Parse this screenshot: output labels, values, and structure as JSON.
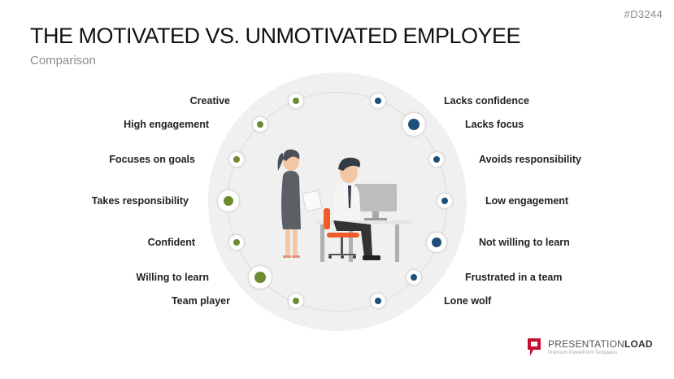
{
  "code": "#D3244",
  "header": {
    "title": "THE MOTIVATED VS. UNMOTIVATED EMPLOYEE",
    "subtitle": "Comparison"
  },
  "colors": {
    "motivated": "#6e8b32",
    "unmotivated": "#1e4f78",
    "circle_bg": "#f0f0f0",
    "logo_red": "#c8102e"
  },
  "motivated": [
    {
      "label": "Creative",
      "size": "small"
    },
    {
      "label": "High engagement",
      "size": "small"
    },
    {
      "label": "Focuses on goals",
      "size": "small"
    },
    {
      "label": "Takes responsibility",
      "size": "medium"
    },
    {
      "label": "Confident",
      "size": "small"
    },
    {
      "label": "Willing to learn",
      "size": "large"
    },
    {
      "label": "Team player",
      "size": "small"
    }
  ],
  "unmotivated": [
    {
      "label": "Lacks confidence",
      "size": "small"
    },
    {
      "label": "Lacks focus",
      "size": "large"
    },
    {
      "label": "Avoids responsibility",
      "size": "small"
    },
    {
      "label": "Low engagement",
      "size": "small"
    },
    {
      "label": "Not willing to learn",
      "size": "medium"
    },
    {
      "label": "Frustrated in a team",
      "size": "small"
    },
    {
      "label": "Lone wolf",
      "size": "small"
    }
  ],
  "logo": {
    "brand_light": "PRESENTATION",
    "brand_bold": "LOAD",
    "tagline": "Premium PowerPoint Templates"
  }
}
